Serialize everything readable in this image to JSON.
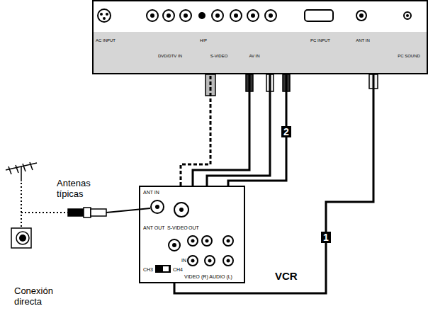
{
  "diagram": {
    "nodes": [
      {
        "text": [
          "AC INPUT",
          "DVD/DTV IN",
          "H/P",
          "S-VIDEO",
          "AV IN",
          "PC INPUT",
          "ANT IN",
          "PC SOUND"
        ]
      },
      {
        "text": [
          "ANT IN",
          "S-VIDEO",
          "OUT",
          "ANT OUT",
          "CH3",
          "CH4",
          "IN",
          "VIDEO",
          "(R) AUDIO (L)",
          "VCR"
        ]
      }
    ],
    "edges": [
      {
        "from": 1,
        "to": 0,
        "arrow": "none"
      },
      {
        "from": 1,
        "to": 0,
        "arrow": "none"
      },
      {
        "from": 1,
        "to": 0,
        "arrow": "none"
      },
      {
        "from": 1,
        "to": 0,
        "label": "2",
        "arrow": "none"
      },
      {
        "from": 1,
        "to": 0,
        "label": "1",
        "arrow": "none"
      }
    ],
    "labels": [
      "Antenas típicas",
      "Conexión directa"
    ]
  }
}
